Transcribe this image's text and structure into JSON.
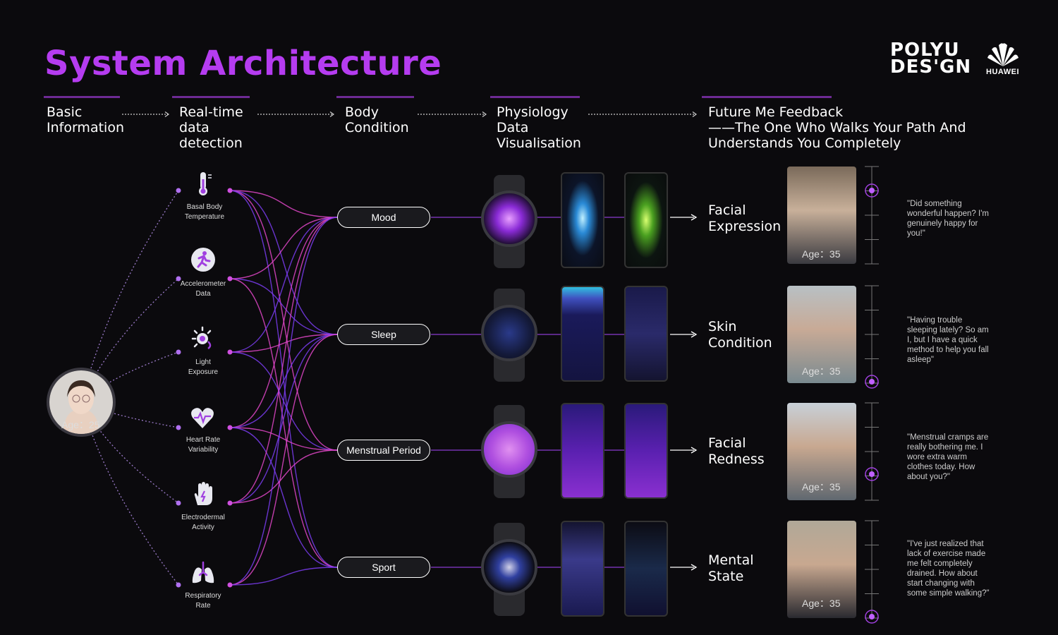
{
  "title": "System Architecture",
  "logos": {
    "polyu_line1": "POLYU",
    "polyu_line2": "DES'GN",
    "huawei": "HUAWEI"
  },
  "stages": [
    {
      "label_lines": [
        "Basic",
        "Information"
      ]
    },
    {
      "label_lines": [
        "Real-time",
        "data",
        "detection"
      ]
    },
    {
      "label_lines": [
        "Body",
        "Condition"
      ]
    },
    {
      "label_lines": [
        "Physiology",
        "Data",
        "Visualisation"
      ]
    },
    {
      "label_lines": [
        "Future Me Feedback",
        "——The One Who Walks Your Path And",
        "Understands You Completely"
      ]
    }
  ],
  "avatar": {
    "age_label": "Age：25"
  },
  "sensors": [
    {
      "label_lines": [
        "Basal Body",
        "Temperature"
      ],
      "icon": "thermometer-icon"
    },
    {
      "label_lines": [
        "Accelerometer",
        "Data"
      ],
      "icon": "running-person-icon"
    },
    {
      "label_lines": [
        "Light",
        "Exposure"
      ],
      "icon": "sun-icon"
    },
    {
      "label_lines": [
        "Heart Rate",
        "Variability"
      ],
      "icon": "heart-pulse-icon"
    },
    {
      "label_lines": [
        "Electrodermal",
        "Activity"
      ],
      "icon": "hand-icon"
    },
    {
      "label_lines": [
        "Respiratory",
        "Rate"
      ],
      "icon": "lungs-icon"
    }
  ],
  "conditions": [
    {
      "label": "Mood"
    },
    {
      "label": "Sleep"
    },
    {
      "label": "Menstrual Period"
    },
    {
      "label": "Sport"
    }
  ],
  "feedback": [
    {
      "label_lines": [
        "Facial",
        "Expression"
      ],
      "age_label": "Age：35",
      "quote": "\"Did something wonderful happen? I'm genuinely happy for you!\""
    },
    {
      "label_lines": [
        "Skin",
        "Condition"
      ],
      "age_label": "Age：35",
      "quote": "\"Having trouble sleeping lately? So am I, but I have a quick method to help you fall asleep\""
    },
    {
      "label_lines": [
        "Facial",
        "Redness"
      ],
      "age_label": "Age：35",
      "quote": "\"Menstrual cramps are really bothering me. I wore extra warm clothes today. How about you?\""
    },
    {
      "label_lines": [
        "Mental",
        "State"
      ],
      "age_label": "Age：35",
      "quote": "\"I've just realized that lack of exercise made me felt completely drained. How about start changing with some simple walking?\""
    }
  ],
  "colors": {
    "accent": "#b53cf0",
    "link_pink": "#e046c8",
    "link_violet": "#7a3cf0",
    "background": "#0b0a0d"
  }
}
